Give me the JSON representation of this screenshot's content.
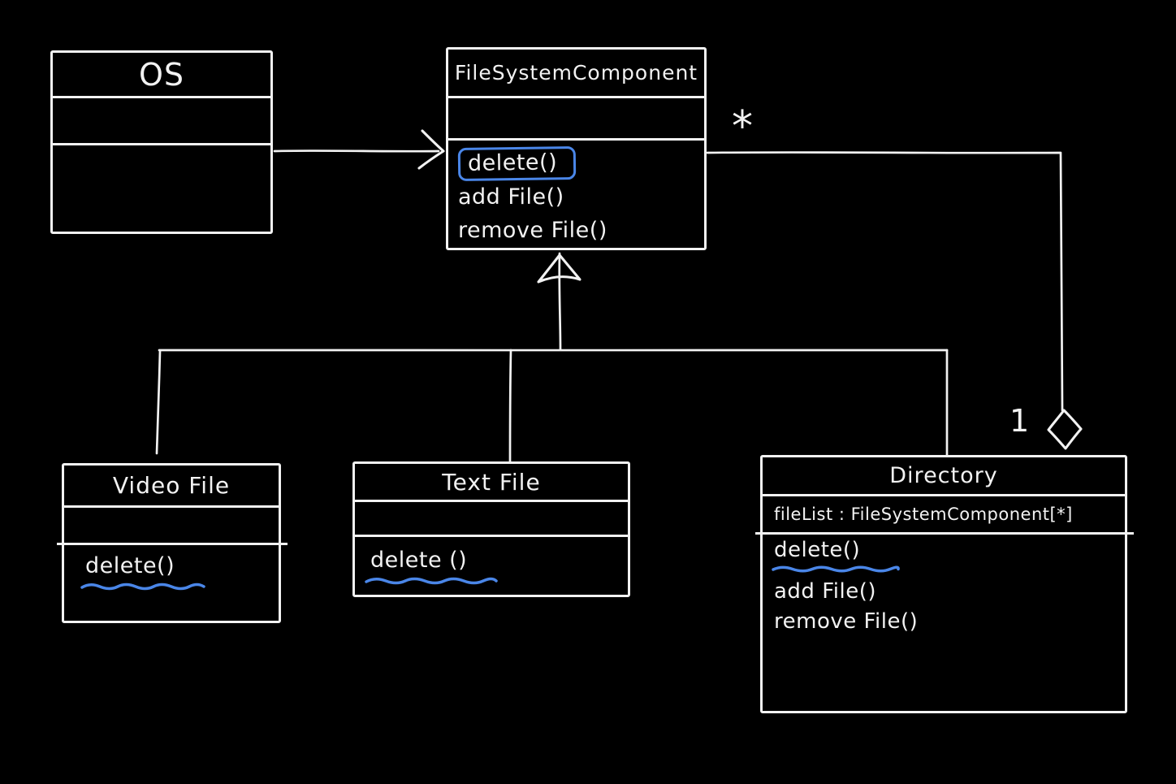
{
  "theme": {
    "background": "#000000",
    "ink": "#f2f2f2",
    "accent": "#4a86e8"
  },
  "classes": {
    "os": {
      "title": "OS"
    },
    "filesystem_component": {
      "title": "FileSystemComponent",
      "methods": [
        "delete()",
        "add File()",
        "remove File()"
      ]
    },
    "video_file": {
      "title": "Video File",
      "methods": [
        "delete()"
      ]
    },
    "text_file": {
      "title": "Text File",
      "methods": [
        "delete ()"
      ]
    },
    "directory": {
      "title": "Directory",
      "attributes": [
        "fileList : FileSystemComponent[*]"
      ],
      "methods": [
        "delete()",
        "add File()",
        "remove File()"
      ]
    }
  },
  "relations": {
    "component_multiplicity": "*",
    "directory_multiplicity": "1"
  }
}
